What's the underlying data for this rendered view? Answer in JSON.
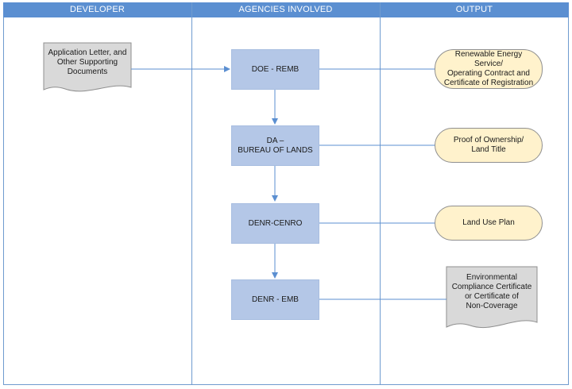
{
  "lanes": {
    "developer": "DEVELOPER",
    "agencies": "AGENCIES INVOLVED",
    "output": "OUTPUT"
  },
  "developer_doc": {
    "line1": "Application Letter, and",
    "line2": "Other Supporting",
    "line3": "Documents"
  },
  "agencies": {
    "doe": "DOE - REMB",
    "da_line1": "DA –",
    "da_line2": "BUREAU OF LANDS",
    "cenro": "DENR-CENRO",
    "emb": "DENR - EMB"
  },
  "outputs": {
    "res_line1": "Renewable Energy Service/",
    "res_line2": "Operating Contract and",
    "res_line3": "Certificate of Registration",
    "title_line1": "Proof of Ownership/",
    "title_line2": "Land Title",
    "landuse": "Land Use Plan",
    "ecc_line1": "Environmental",
    "ecc_line2": "Compliance Certificate",
    "ecc_line3": "or Certificate of",
    "ecc_line4": "Non-Coverage"
  },
  "colors": {
    "header": "#5b8fd1",
    "lane_border": "#6f9bcf",
    "process_fill": "#b4c7e7",
    "terminal_fill": "#fff2cc",
    "document_fill": "#d9d9d9",
    "connector": "#5b8fd1"
  }
}
